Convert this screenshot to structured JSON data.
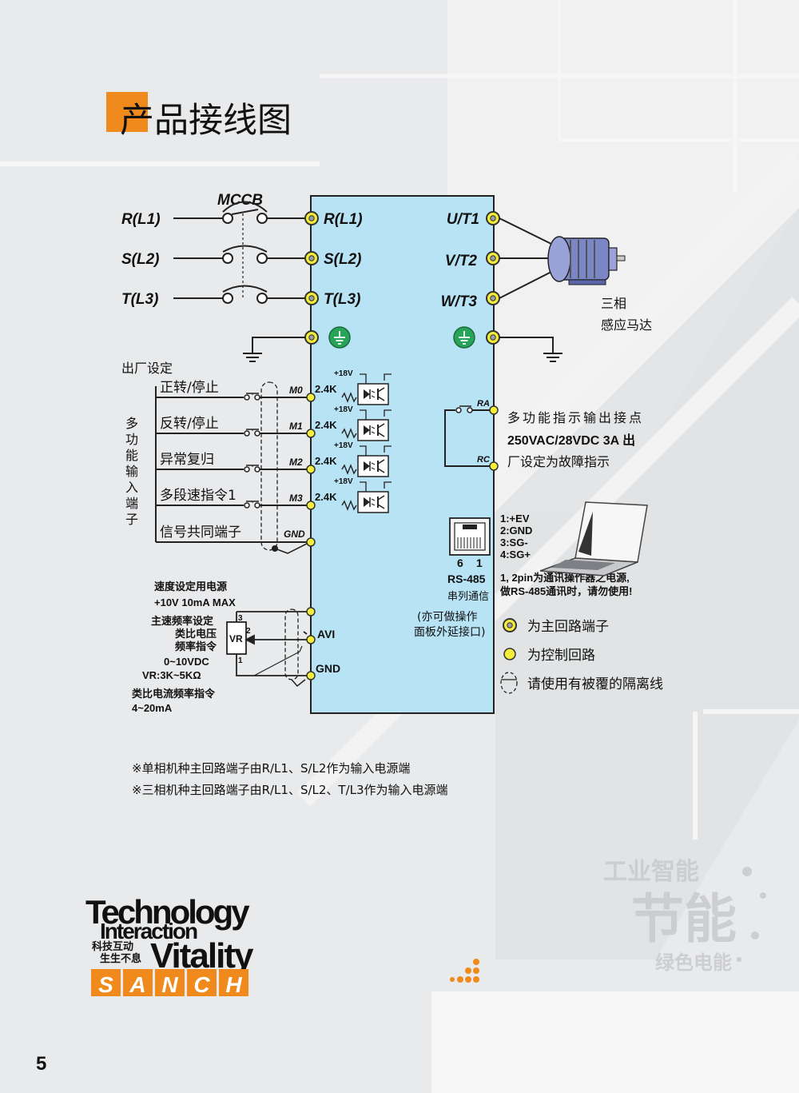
{
  "page_title": "产品接线图",
  "page_number": "5",
  "colors": {
    "background": "#e9eaec",
    "drive_box": "#b7e3f4",
    "accent_orange": "#f08a1c",
    "terminal_yellow": "#f4ee3a",
    "ground_green": "#27a35a",
    "motor_blue": "#7b86c6"
  },
  "icons": [
    "motor-icon",
    "ground-icon",
    "optocoupler-icon",
    "rj45-port-icon",
    "laptop-icon",
    "potentiometer-icon"
  ],
  "power": {
    "breaker_label": "MCCB",
    "inputs": [
      "R(L1)",
      "S(L2)",
      "T(L3)"
    ],
    "drive_inputs": [
      "R(L1)",
      "S(L2)",
      "T(L3)"
    ],
    "outputs": [
      "U/T1",
      "V/T2",
      "W/T3"
    ],
    "motor_label_1": "三相",
    "motor_label_2": "感应马达"
  },
  "digital_inputs": {
    "factory_setting": "出厂设定",
    "group_label": "多功能输入端子",
    "items": [
      {
        "label": "正转/停止",
        "terminal": "M0",
        "resistor": "2.4K",
        "supply": "+18V"
      },
      {
        "label": "反转/停止",
        "terminal": "M1",
        "resistor": "2.4K",
        "supply": "+18V"
      },
      {
        "label": "异常复归",
        "terminal": "M2",
        "resistor": "2.4K",
        "supply": "+18V"
      },
      {
        "label": "多段速指令1",
        "terminal": "M3",
        "resistor": "2.4K",
        "supply": "+18V"
      }
    ],
    "common_label": "信号共同端子",
    "common_terminal": "GND"
  },
  "relay": {
    "ra": "RA",
    "rc": "RC",
    "line1": "多功能指示输出接点",
    "line2": "250VAC/28VDC 3A 出",
    "line3": "厂设定为故障指示"
  },
  "analog": {
    "supply_title": "速度设定用电源",
    "supply_value": "+10V 10mA MAX",
    "freq_line1": "主速频率设定",
    "freq_line2": "类比电压",
    "freq_line3": "频率指令",
    "range": "0~10VDC",
    "vr": "VR:3K~5KΩ",
    "pot_label": "VR",
    "pin3": "3",
    "pin2": "2",
    "pin1": "1",
    "current_line1": "类比电流频率指令",
    "current_line2": "4~20mA",
    "avi": "AVI",
    "gnd": "GND"
  },
  "comm": {
    "pin6": "6",
    "pin1": "1",
    "rs485": "RS-485",
    "serial": "串列通信",
    "ext1": "(亦可做操作",
    "ext2": "面板外延接口)",
    "pins": [
      "1:+EV",
      "2:GND",
      "3:SG-",
      "4:SG+"
    ],
    "note1": "1, 2pin为通讯操作器之电源,",
    "note2": "做RS-485通讯时，请勿使用!"
  },
  "legend": {
    "main": "为主回路端子",
    "control": "为控制回路",
    "shield": "请使用有被覆的隔离线"
  },
  "notes": [
    "※单相机种主回路端子由R/L1、S/L2作为输入电源端",
    "※三相机种主回路端子由R/L1、S/L2、T/L3作为输入电源端"
  ],
  "brand": {
    "technology": "Technology",
    "interaction": "Interaction",
    "vitality": "Vitality",
    "cn1": "科技互动",
    "cn2": "生生不息",
    "sanch": [
      "S",
      "A",
      "N",
      "C",
      "H"
    ]
  },
  "watermark": {
    "line1": "工业智能",
    "line2": "节能",
    "line3": "绿色电能"
  }
}
